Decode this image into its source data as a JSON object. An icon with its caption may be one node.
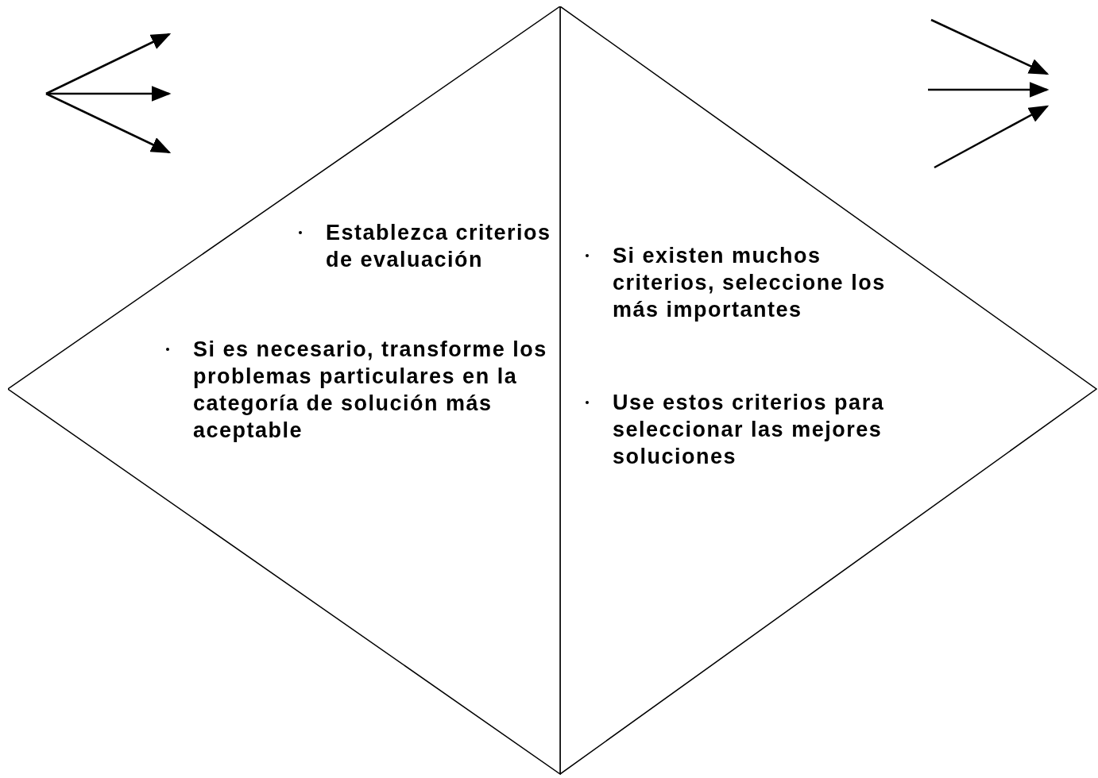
{
  "diagram": {
    "nodes": [
      {
        "text": [
          "Establezca criterios de evaluación",
          "Si es necesario, transforme los problemas particulares en la categoría de solución más aceptable"
        ]
      },
      {
        "text": [
          "Si existen muchos criterios, seleccione los más importantes",
          "Use estos criterios para seleccionar las mejores soluciones"
        ]
      }
    ]
  }
}
